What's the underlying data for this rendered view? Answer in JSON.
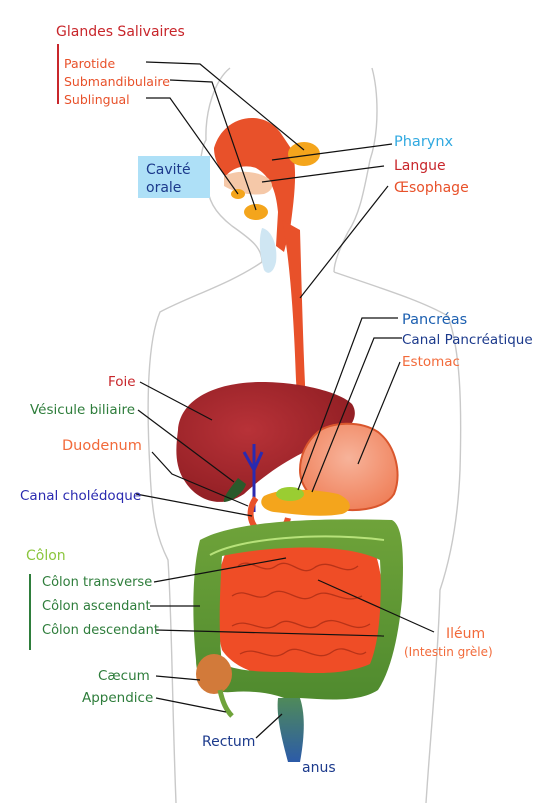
{
  "labels": {
    "glandes_salivaires": "Glandes Salivaires",
    "parotide": "Parotide",
    "submandibulaire": "Submandibulaire",
    "sublingual": "Sublingual",
    "pharynx": "Pharynx",
    "langue": "Langue",
    "oesophage": "Œsophage",
    "cavite_line1": "Cavité",
    "cavite_line2": "orale",
    "pancreas": "Pancréas",
    "canal_pancreatique": "Canal Pancréatique",
    "estomac": "Estomac",
    "foie": "Foie",
    "vesicule": "Vésicule biliaire",
    "duodenum": "Duodenum",
    "canal_choledoque": "Canal cholédoque",
    "colon": "Côlon",
    "colon_transverse": "Côlon transverse",
    "colon_ascendant": "Côlon ascendant",
    "colon_descendant": "Côlon descendant",
    "ileum": "Iléum",
    "intestin_grele": "(Intestin grèle)",
    "caecum": "Cæcum",
    "appendice": "Appendice",
    "rectum": "Rectum",
    "anus": "anus"
  },
  "colors": {
    "salivary_red": "#c8262b",
    "salivary_sub": "#e8512a",
    "pharynx_blue": "#31a9e0",
    "cavity_fill": "#aee0f7",
    "dark_blue": "#1c3a8c",
    "pancreas_blue": "#1c5fb0",
    "orange_label": "#f26a3a",
    "liver_red": "#a3262b",
    "green_label": "#2e7d3b",
    "colon_light_green": "#8cc63e",
    "canal_blue": "#2a2ab0"
  }
}
